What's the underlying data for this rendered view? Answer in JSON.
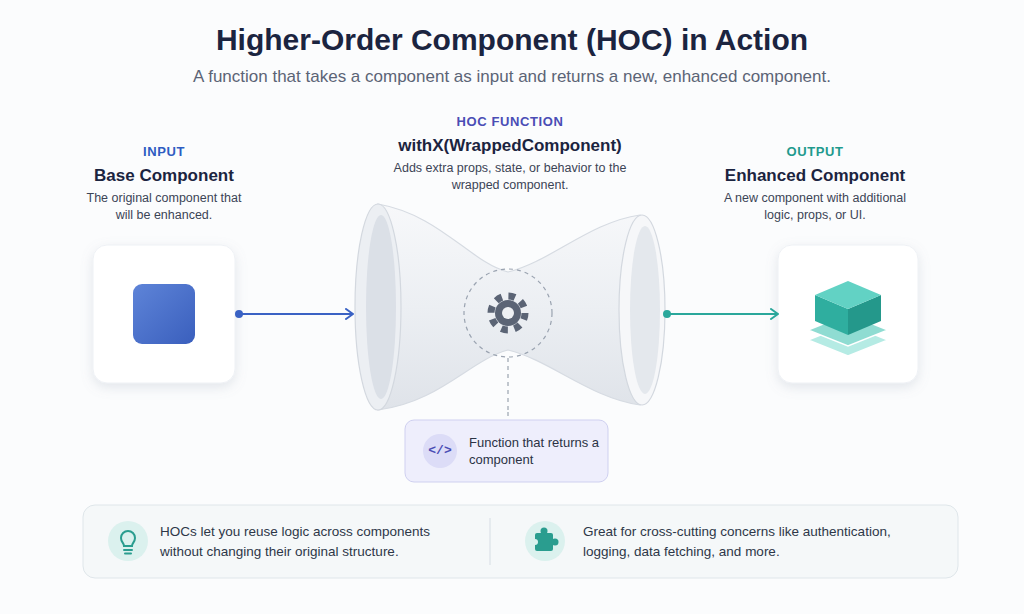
{
  "diagram": {
    "title": "Higher-Order Component (HOC) in Action",
    "caption": "A function that takes a component as input and returns a new, enhanced component.",
    "nodes": [
      {
        "text": [
          "INPUT",
          "Base Component",
          "The original component that will be enhanced."
        ]
      },
      {
        "text": [
          "HOC FUNCTION",
          "withX(WrappedComponent)",
          "Adds extra props, state, or behavior to the wrapped component."
        ]
      },
      {
        "text": [
          "OUTPUT",
          "Enhanced Component",
          "A new component with additional logic, props, or UI."
        ]
      },
      {
        "text": [
          "</>",
          "Function that returns a component"
        ]
      },
      {
        "text": [
          "HOCs let you reuse logic across components without changing their original structure.",
          "Great for cross-cutting concerns like authentication, logging, data fetching, and more."
        ]
      }
    ],
    "edges": [
      {
        "from": 0,
        "to": 1,
        "arrow": "to"
      },
      {
        "from": 1,
        "to": 2,
        "arrow": "to"
      },
      {
        "from": 1,
        "to": 3,
        "arrow": "none"
      }
    ]
  }
}
